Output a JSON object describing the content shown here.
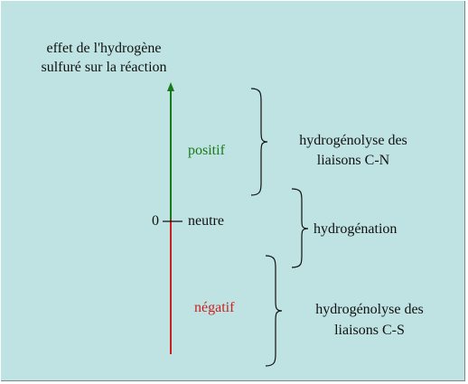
{
  "colors": {
    "background": "#bfe3e3",
    "positive": "#1a7a1a",
    "negative": "#cc1f1f",
    "text": "#111111"
  },
  "axis": {
    "title_line1": "effet de l'hydrogène",
    "title_line2": "sulfuré sur la réaction",
    "zero_tick": "0",
    "neutral_label": "neutre",
    "positive_label": "positif",
    "negative_label": "négatif"
  },
  "groups": [
    {
      "line1": "hydrogénolyse des",
      "line2": "liaisons C-N"
    },
    {
      "line1": "hydrogénation",
      "line2": ""
    },
    {
      "line1": "hydrogénolyse des",
      "line2": "liaisons C-S"
    }
  ]
}
